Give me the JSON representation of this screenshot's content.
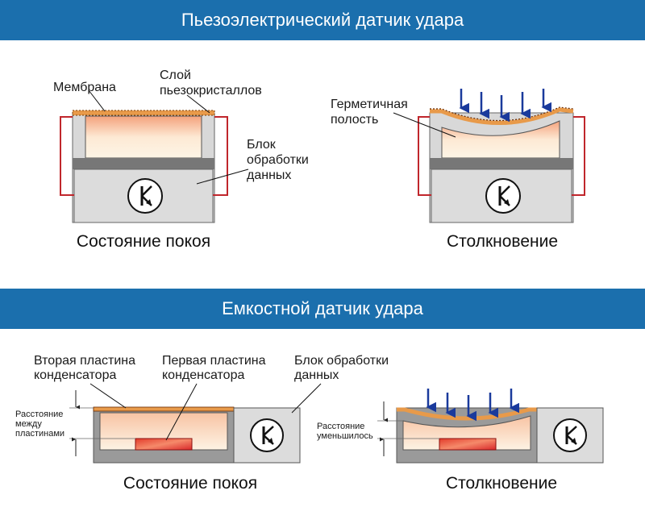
{
  "piezo": {
    "title": "Пьезоэлектрический датчик удара",
    "rest": {
      "membrane_label": "Мембрана",
      "crystal_label_1": "Слой",
      "crystal_label_2": "пьезокристаллов",
      "unit_label_1": "Блок",
      "unit_label_2": "обработки",
      "unit_label_3": "данных",
      "caption": "Состояние покоя"
    },
    "impact": {
      "cavity_label_1": "Герметичная",
      "cavity_label_2": "полость",
      "caption": "Столкновение"
    }
  },
  "capacitive": {
    "title": "Емкостной датчик удара",
    "rest": {
      "plate2_label_1": "Вторая пластина",
      "plate2_label_2": "конденсатора",
      "plate1_label_1": "Первая пластина",
      "plate1_label_2": "конденсатора",
      "unit_label_1": "Блок обработки",
      "unit_label_2": "данных",
      "distance_label_1": "Расстояние",
      "distance_label_2": "между",
      "distance_label_3": "пластинами",
      "caption": "Состояние покоя"
    },
    "impact": {
      "distance_label_1": "Расстояние",
      "distance_label_2": "уменьшилось",
      "caption": "Столкновение"
    }
  },
  "colors": {
    "banner": "#1b6fad",
    "housing": "#d9d9d9",
    "wire": "#c0262c",
    "arrow": "#1a3a9c",
    "membrane": "#e89a4a"
  }
}
